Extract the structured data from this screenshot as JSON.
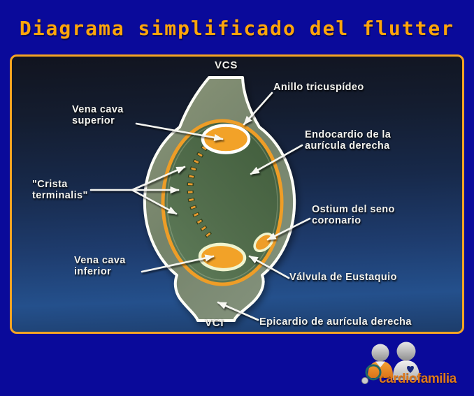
{
  "title": "Diagrama simplificado del flutter",
  "panel": {
    "labels": {
      "vcs": "VCS",
      "anillo_tricuspideo": "Anillo tricuspídeo",
      "vena_cava_superior": "Vena cava\nsuperior",
      "endocardio": "Endocardio de la\naurícula derecha",
      "crista_terminalis": "\"Crista\nterminalis\"",
      "ostium_seno_coronario": "Ostium del seno\ncoronario",
      "vena_cava_inferior": "Vena cava\ninferior",
      "valvula_eustaquio": "Válvula de Eustaquio",
      "vci": "VCI",
      "epicardio": "Epicardio de aurícula derecha"
    },
    "colors": {
      "panel_border_orange": "#f5a423",
      "atrium_wall_green": "#7b8a6c",
      "endocardium_green": "#53704d",
      "tricuspid_ring_orange": "#ee9d27",
      "ostium_orange": "#f2a228",
      "label_white": "#f3f3ef",
      "background_top": "#11141f",
      "background_bottom": "#24508c"
    }
  },
  "page": {
    "background_blue": "#0a0a9a",
    "title_orange": "#ffa50a"
  },
  "logo": {
    "text": "cardiofamilia",
    "icon": "doctor-and-family-figures-icon",
    "text_color": "#e0791a"
  }
}
